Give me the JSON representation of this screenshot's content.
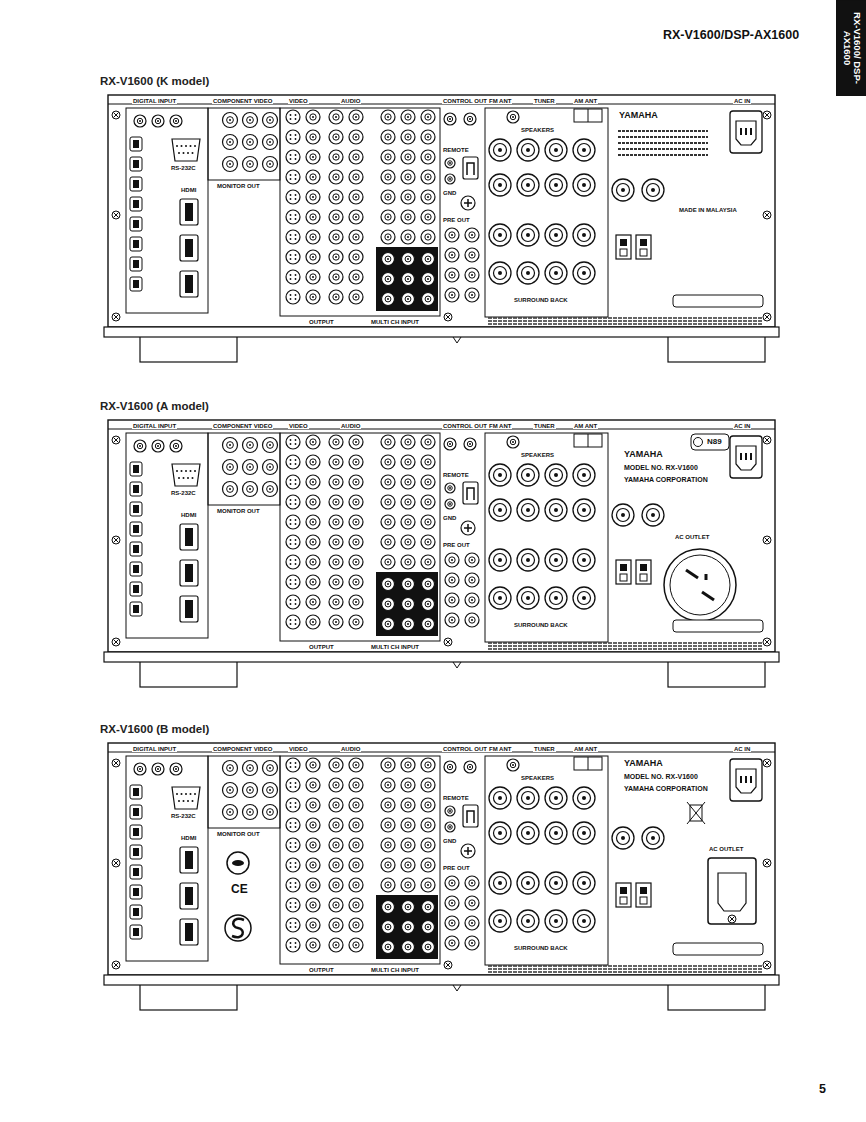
{
  "diagram": {
    "nodes": [
      {
        "text": [
          "RX-V1600 (K model)"
        ]
      },
      {
        "text": [
          "RX-V1600 (A model)"
        ]
      },
      {
        "text": [
          "RX-V1600 (B model)"
        ]
      }
    ],
    "labels": [
      "RX-V1600/DSP-AX1600",
      "RX-V1600/ DSP-AX1600",
      "DIGITAL INPUT",
      "COMPONENT VIDEO",
      "MONITOR OUT",
      "VIDEO",
      "AUDIO",
      "CONTROL OUT",
      "REMOTE",
      "GND",
      "PRE OUT",
      "OUTPUT",
      "MULTI CH INPUT",
      "FM ANT",
      "TUNER",
      "AM ANT",
      "SPEAKERS",
      "SURROUND BACK",
      "AC IN",
      "RS-232C",
      "HDMI",
      "YAMAHA",
      "MADE IN MALAYSIA",
      "DIGITAL INPUT",
      "COMPONENT VIDEO",
      "MONITOR OUT",
      "VIDEO",
      "AUDIO",
      "CONTROL OUT",
      "REMOTE",
      "GND",
      "PRE OUT",
      "OUTPUT",
      "MULTI CH INPUT",
      "FM ANT",
      "TUNER",
      "AM ANT",
      "SPEAKERS",
      "SURROUND BACK",
      "AC IN",
      "RS-232C",
      "HDMI",
      "YAMAHA",
      "MODEL NO. RX-V1600",
      "YAMAHA CORPORATION",
      "N89",
      "AC OUTLET",
      "DIGITAL INPUT",
      "COMPONENT VIDEO",
      "MONITOR OUT",
      "VIDEO",
      "AUDIO",
      "CONTROL OUT",
      "REMOTE",
      "GND",
      "PRE OUT",
      "OUTPUT",
      "MULTI CH INPUT",
      "FM ANT",
      "TUNER",
      "AM ANT",
      "SPEAKERS",
      "SURROUND BACK",
      "AC IN",
      "RS-232C",
      "HDMI",
      "YAMAHA",
      "MODEL NO. RX-V1600",
      "YAMAHA CORPORATION",
      "AC OUTLET",
      "CE",
      "5"
    ]
  }
}
